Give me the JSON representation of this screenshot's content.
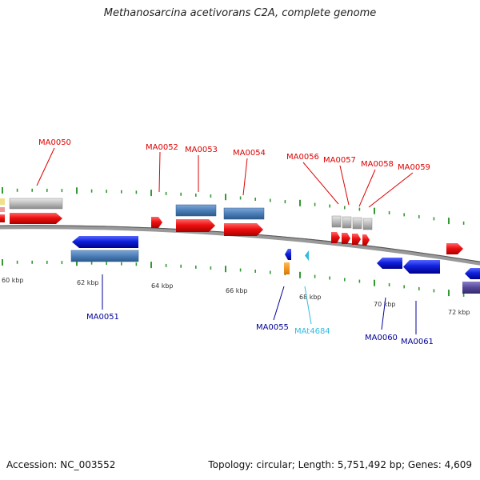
{
  "title": "Methanosarcina acetivorans C2A, complete genome",
  "footer": {
    "accession": "Accession: NC_003552",
    "summary": "Topology: circular; Length: 5,751,492 bp; Genes: 4,609"
  },
  "colors": {
    "forward_gene": "#ee1111",
    "reverse_gene": "#1020dd",
    "cds_blue": "#4a7fb8",
    "rna_grey": "#bbbbbb",
    "backbone": "#777777",
    "tick": "#339933",
    "label_forward": "#dd0000",
    "label_reverse": "#000099",
    "label_trna": "#33bbdd"
  },
  "scale_labels": [
    "60 kbp",
    "62 kbp",
    "64 kbp",
    "66 kbp",
    "68 kbp",
    "70 kbp",
    "72 kbp"
  ],
  "gene_labels": {
    "forward": [
      "MA0050",
      "MA0052",
      "MA0053",
      "MA0054",
      "MA0056",
      "MA0057",
      "MA0058",
      "MA0059"
    ],
    "reverse": [
      "MA0051",
      "MA0055",
      "MAt4684",
      "MA0060",
      "MA0061"
    ]
  }
}
